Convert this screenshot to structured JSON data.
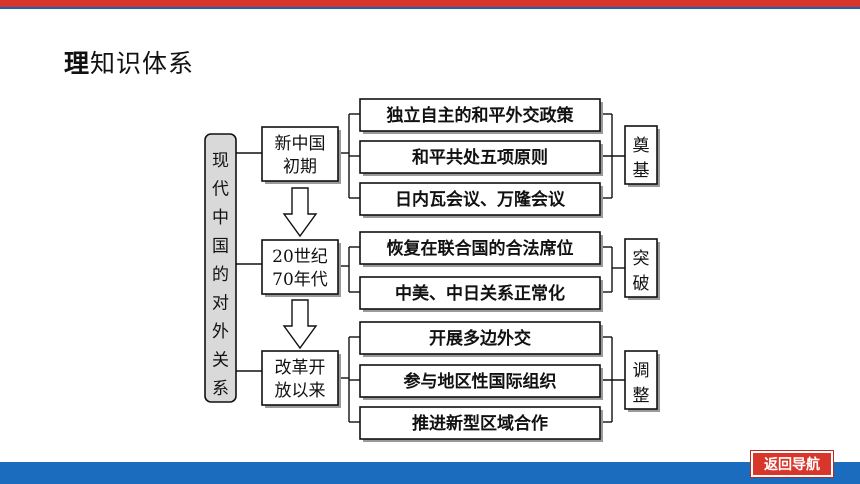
{
  "header": {
    "title_first": "理",
    "title_rest": "知识体系"
  },
  "diagram": {
    "root": "现代中国的对外关系",
    "periods": [
      {
        "label_lines": [
          "新中国",
          "初期"
        ],
        "items": [
          "独立自主的和平外交政策",
          "和平共处五项原则",
          "日内瓦会议、万隆会议"
        ],
        "tag": "奠基"
      },
      {
        "label_lines": [
          "20世纪",
          "70年代"
        ],
        "items": [
          "恢复在联合国的合法席位",
          "中美、中日关系正常化"
        ],
        "tag": "突破"
      },
      {
        "label_lines": [
          "改革开",
          "放以来"
        ],
        "items": [
          "开展多边外交",
          "参与地区性国际组织",
          "推进新型区域合作"
        ],
        "tag": "调整"
      }
    ]
  },
  "nav": {
    "back_label": "返回导航"
  },
  "colors": {
    "top_bar": "#d9362b",
    "bottom_bar": "#1b6bbf",
    "button": "#d9362b"
  }
}
